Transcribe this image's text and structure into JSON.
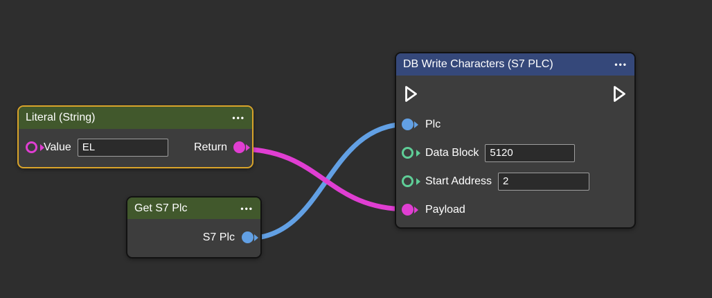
{
  "canvas": {
    "background": "#2e2e2e"
  },
  "colors": {
    "wire_magenta": "#e03ed2",
    "wire_blue": "#62a0e4",
    "port_magenta": "#e03ed2",
    "port_blue": "#62a0e4",
    "port_green": "#5fce97",
    "header_green": "#41582c",
    "header_blue": "#35487a",
    "selection_orange": "#d9a42a",
    "node_body": "#3d3d3d"
  },
  "nodes": {
    "literal_string": {
      "title": "Literal (String)",
      "menu": "•••",
      "value_label": "Value",
      "value_input": "EL",
      "return_label": "Return"
    },
    "get_s7_plc": {
      "title": "Get S7 Plc",
      "menu": "•••",
      "output_label": "S7 Plc"
    },
    "db_write_characters": {
      "title": "DB Write Characters (S7 PLC)",
      "menu": "•••",
      "plc_label": "Plc",
      "data_block_label": "Data Block",
      "data_block_input": "5120",
      "start_address_label": "Start Address",
      "start_address_input": "2",
      "payload_label": "Payload"
    }
  }
}
